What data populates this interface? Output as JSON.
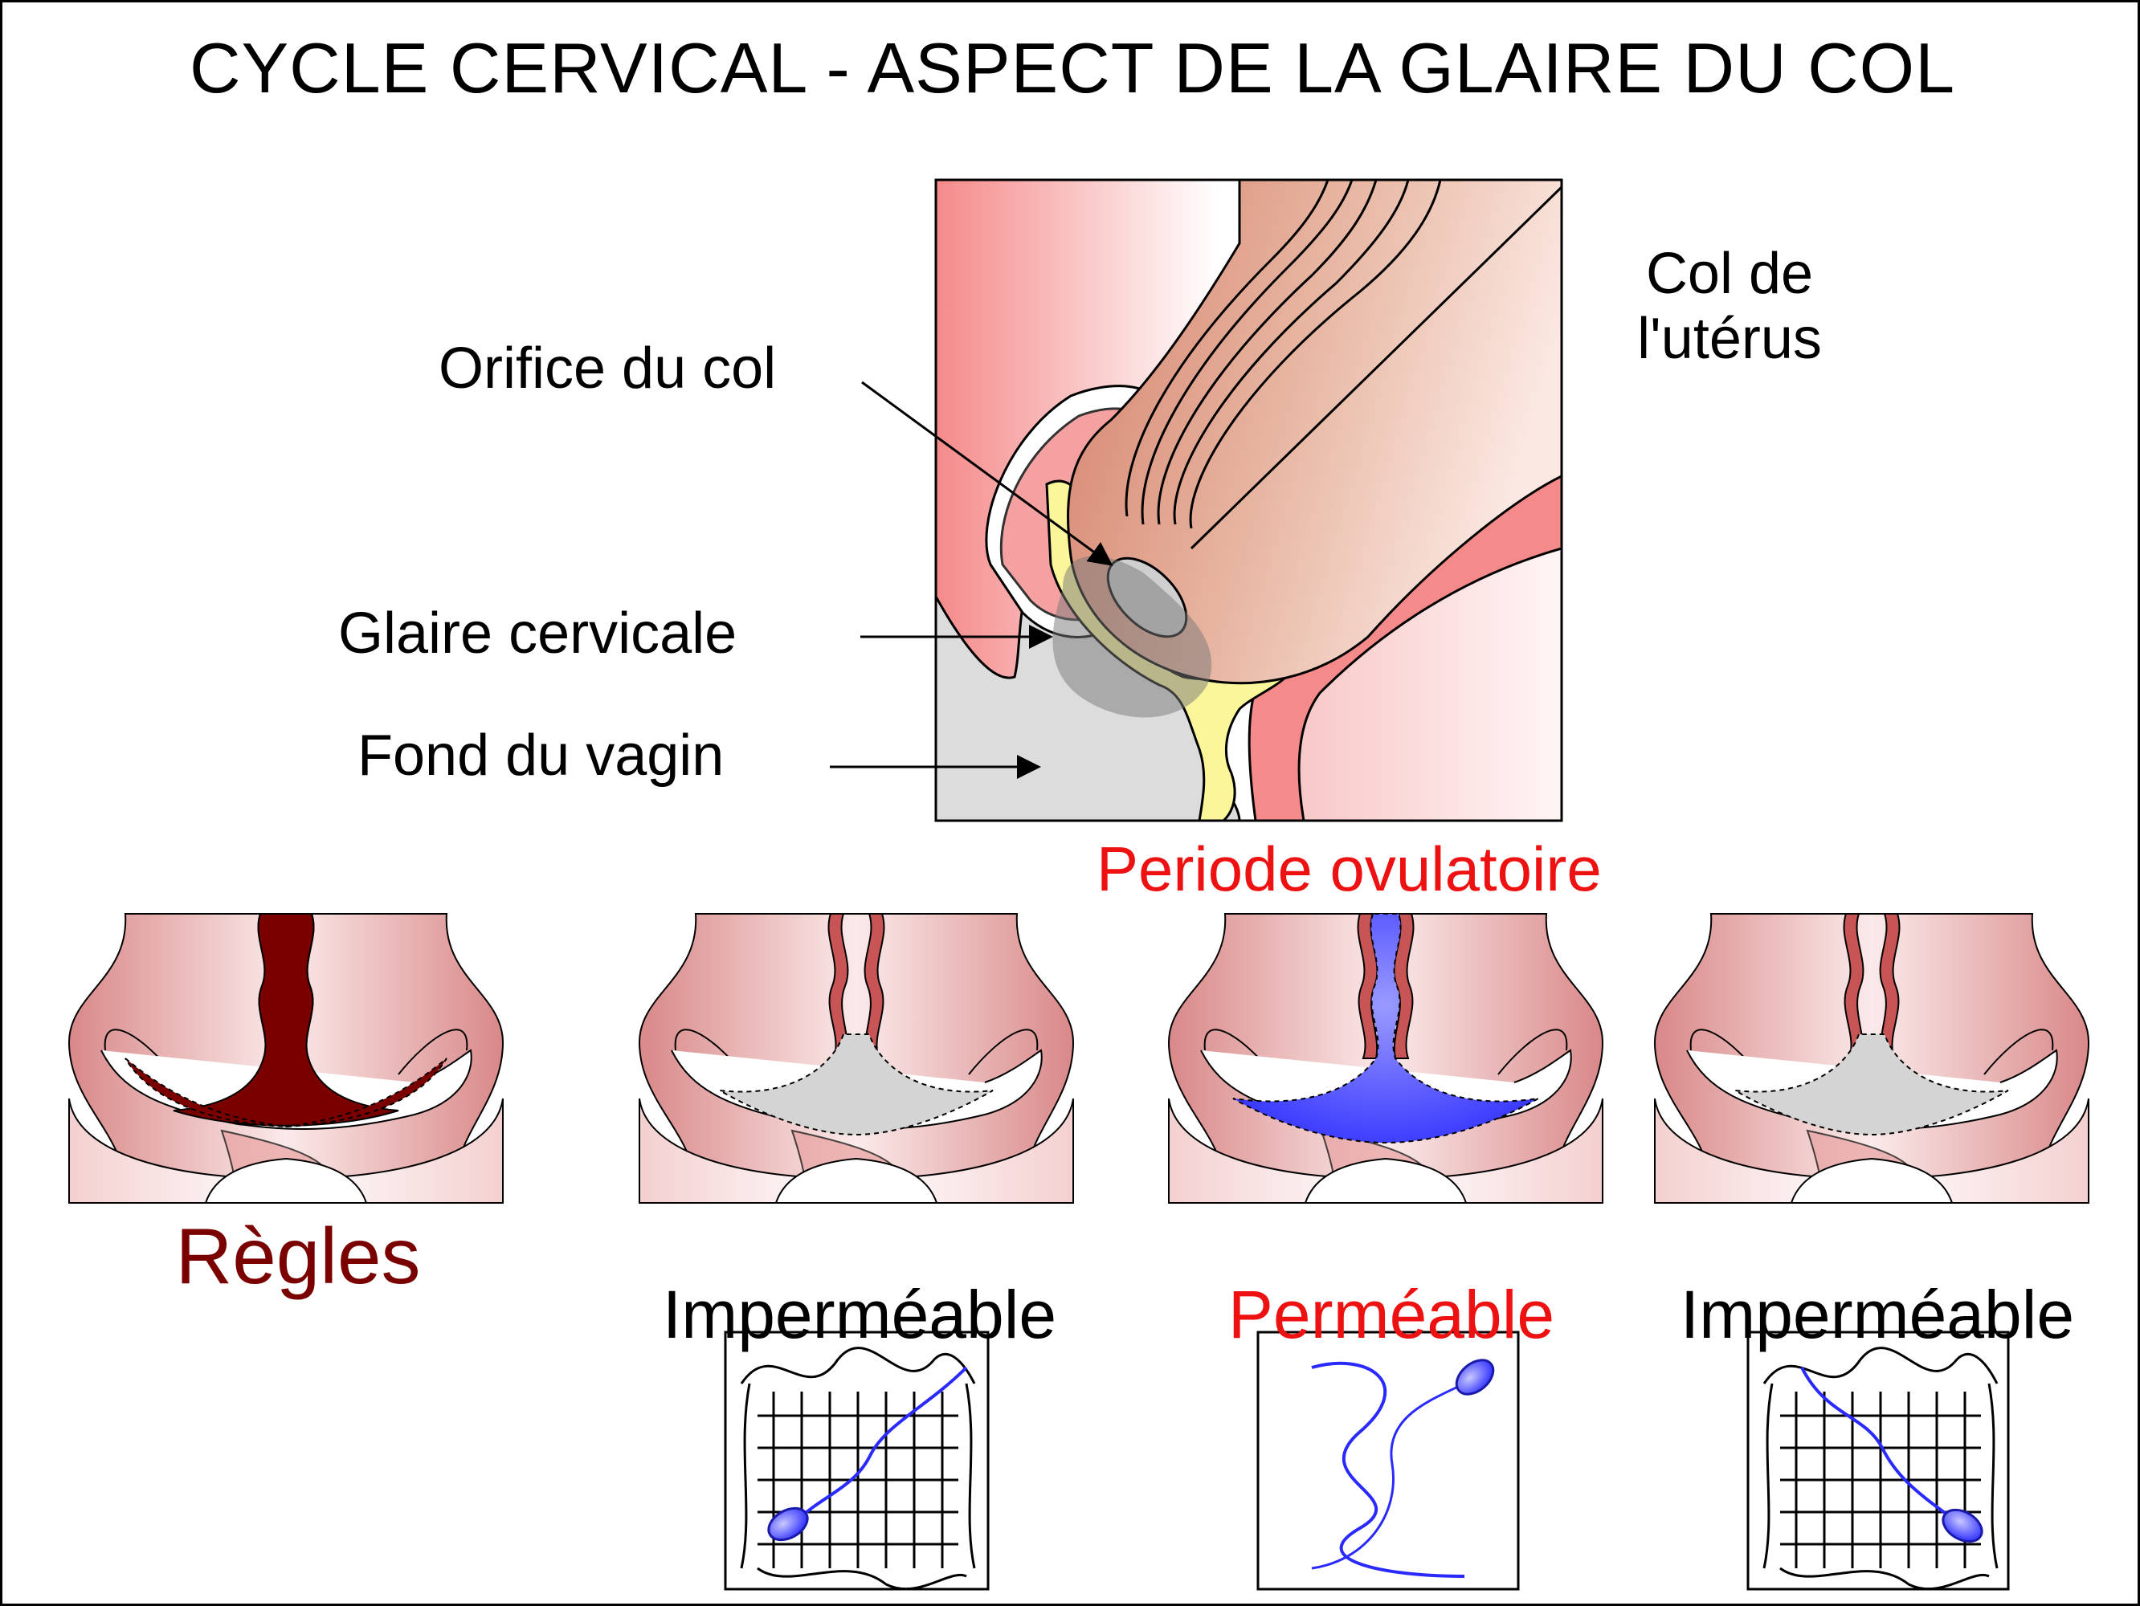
{
  "title": "CYCLE CERVICAL - ASPECT DE LA GLAIRE DU COL",
  "labels": {
    "orifice": "Orifice du col",
    "glaire": "Glaire cervicale",
    "fond": "Fond du vagin",
    "col_line1": "Col de",
    "col_line2": "l'utérus",
    "periode": "Periode ovulatoire"
  },
  "phases": [
    {
      "label": "Règles",
      "mucus": "blood"
    },
    {
      "label": "Imperméable",
      "mucus": "thick"
    },
    {
      "label": "Perméable",
      "mucus": "fluid"
    },
    {
      "label": "Imperméable",
      "mucus": "thick"
    }
  ],
  "colors": {
    "accent_red": "#ee1111",
    "blood": "#7a0000",
    "mucus_grey": "#d4d4d4",
    "mucus_blue": "#3838ff",
    "tissue_pink": "#f08888",
    "cervix_brown": "#d9927c",
    "glaire_yellow": "#fbf69a"
  }
}
